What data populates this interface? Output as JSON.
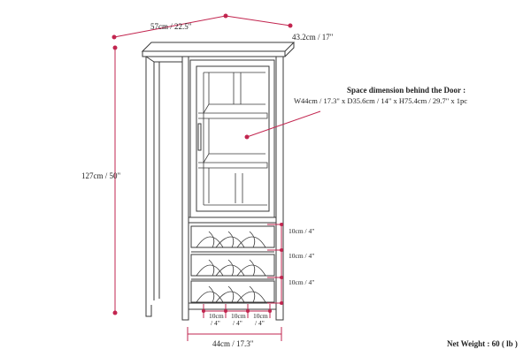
{
  "dimensions": {
    "top_width": "57cm / 22.5\"",
    "depth": "43.2cm / 17\"",
    "height": "127cm / 50\"",
    "bottom_width": "44cm / 17.3\""
  },
  "door_space": {
    "title": "Space dimension behind the Door :",
    "value": "W44cm / 17.3\" x D35.6cm / 14\" x H75.4cm / 29.7\" x 1pc"
  },
  "rack_rows": [
    {
      "label": "10cm / 4\""
    },
    {
      "label": "10cm / 4\""
    },
    {
      "label": "10cm / 4\""
    }
  ],
  "rack_cols": [
    {
      "line1": "10cm",
      "line2": "/ 4\""
    },
    {
      "line1": "10cm",
      "line2": "/ 4\""
    },
    {
      "line1": "10cm",
      "line2": "/ 4\""
    }
  ],
  "net_weight": "Net Weight : 60 ( lb )",
  "colors": {
    "dimension": "#c2254f",
    "line": "#3a3a3a"
  }
}
